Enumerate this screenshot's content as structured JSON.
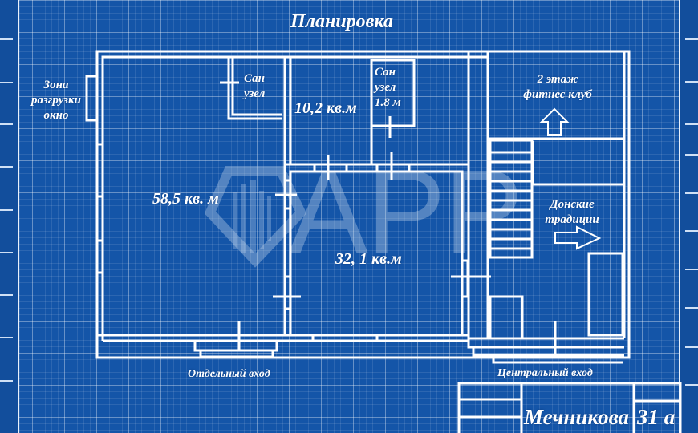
{
  "title": "Планировка",
  "rooms": [
    {
      "id": "main-hall",
      "label": "58,5 кв. м"
    },
    {
      "id": "office",
      "label": "10,2 кв.м"
    },
    {
      "id": "hall-2",
      "label": "32, 1 кв.м"
    }
  ],
  "bathrooms": [
    {
      "id": "bathroom-1",
      "line1": "Сан",
      "line2": "узел"
    },
    {
      "id": "bathroom-2",
      "line1": "Сан",
      "line2": "узел",
      "line3": "1.8 м"
    }
  ],
  "annotations": {
    "unloading_zone": {
      "line1": "Зона",
      "line2": "разгрузки",
      "line3": "окно"
    },
    "second_floor": {
      "line1": "2 этаж",
      "line2": "фитнес клуб"
    },
    "neighbor": {
      "line1": "Донские",
      "line2": "традиции"
    },
    "separate_entrance": "Отдельный вход",
    "main_entrance": "Центральный вход"
  },
  "title_block": {
    "address": "Мечникова",
    "number": "31 а"
  },
  "watermark": {
    "text": "APP"
  },
  "colors": {
    "background": "#1455a8",
    "lines": "#ffffff",
    "watermark": "#bed2eb"
  }
}
